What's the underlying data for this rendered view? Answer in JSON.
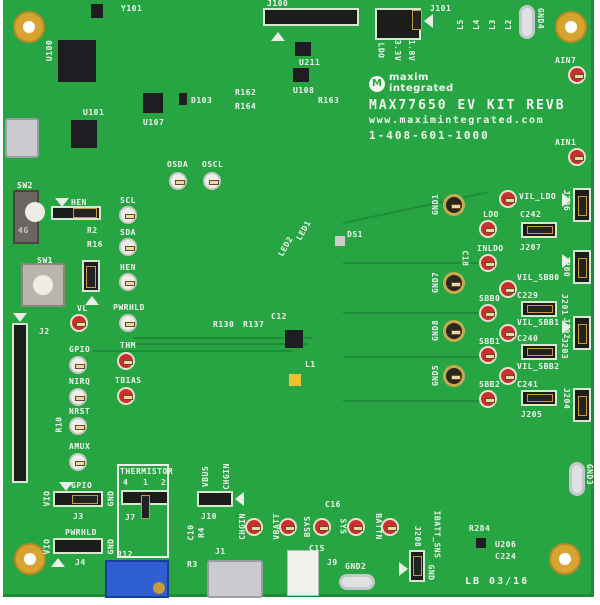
{
  "board": {
    "brand_line1": "maxim",
    "brand_line2": "integrated",
    "title": "MAX77650 EV KIT REVB",
    "website": "www.maximintegrated.com",
    "phone": "1-408-601-1000",
    "date_code": "LB 03/16",
    "colors": {
      "pcb": "#27a543",
      "silk": "#f2f7f0",
      "red_tp": "#c8302d"
    }
  },
  "test_points": {
    "scl": "SCL",
    "sda": "SDA",
    "hen": "HEN",
    "pwrhld": "PWRHLD",
    "vl": "VL",
    "gpio": "GPIO",
    "thm": "THM",
    "nirq": "NIRQ",
    "tbias": "TBIAS",
    "nrst": "NRST",
    "amux": "AMUX",
    "osda": "OSDA",
    "oscl": "OSCL",
    "gnd1": "GND1",
    "vil_ldo": "VIL_LDO",
    "ldo": "LDO",
    "inldo": "INLDO",
    "gnd7": "GND7",
    "vil_sbb0": "VIL_SBB0",
    "sbb0": "SBB0",
    "gnd8": "GND8",
    "vil_sbb1": "VIL_SBB1",
    "sbb1": "SBB1",
    "gnd5": "GND5",
    "vil_sbb2": "VIL_SBB2",
    "sbb2": "SBB2",
    "ain7": "AIN7",
    "ain1": "AIN1",
    "chgin": "CHGIN",
    "vbatt": "VBATT",
    "bsys": "BSYS",
    "sys": "SYS",
    "battn": "BATTN",
    "gnd2": "GND2",
    "gnd4": "GND4",
    "gnd3": "GND3"
  },
  "refdes": {
    "sw1": "SW1",
    "sw2": "SW2",
    "sw2_label": "4G",
    "hen_jumper": "HEN",
    "j2": "J2",
    "r2": "R2",
    "r16": "R16",
    "r10": "R10",
    "thermistor": "THERMISTOR",
    "therm_4": "4",
    "therm_1": "1",
    "therm_2": "2",
    "j7": "J7",
    "j3_label": "GPIO",
    "vio": "VIO",
    "gnd": "GND",
    "j3": "J3",
    "j4_label": "PWRHLD",
    "j4": "J4",
    "vbus": "VBUS",
    "chgin": "CHGIN",
    "j10": "J10",
    "j1": "J1",
    "j9": "J9",
    "r12": "R12",
    "r3": "R3",
    "r4": "R4",
    "c10": "C10",
    "c15": "C15",
    "c16": "C16",
    "j208": "J208",
    "ibatt_sns": "IBATT_SNS",
    "r284": "R284",
    "u206": "U206",
    "c224": "C224",
    "j100": "J100",
    "j101": "J101",
    "ldo": "LDO",
    "v33": "3.3V",
    "v18": "1.8V",
    "j207": "J207",
    "j205": "J205",
    "c242": "C242",
    "c229": "C229",
    "c240": "C240",
    "c241": "C241",
    "j200": "J200",
    "j201": "J201",
    "j202": "J202",
    "j203": "J203",
    "j204": "J204",
    "j206": "J206",
    "c18": "C18",
    "ds1": "DS1",
    "led1": "LED1",
    "led2": "LED2",
    "u100": "U100",
    "u101": "U101",
    "u107": "U107",
    "u108": "U108",
    "u211": "U211",
    "y101": "Y101",
    "l1": "L1",
    "l2": "L2",
    "l3": "L3",
    "l4": "L4",
    "l5": "L5",
    "r130": "R130",
    "r137": "R137",
    "c12": "C12",
    "r162": "R162",
    "r163": "R163",
    "r164": "R164",
    "d103": "D103"
  }
}
